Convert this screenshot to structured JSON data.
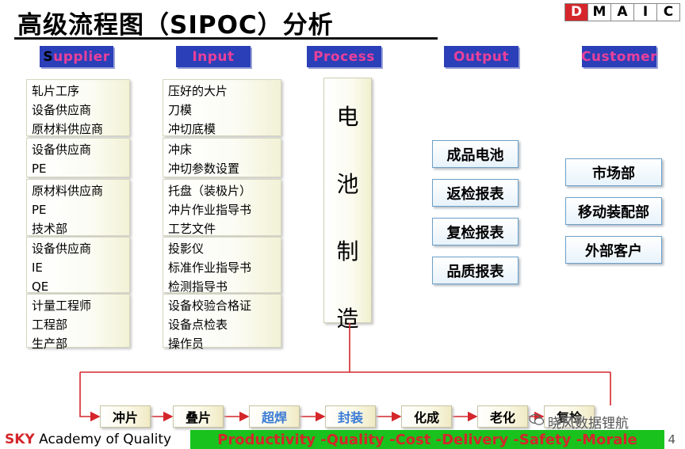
{
  "title": "高级流程图（SIPOC）分析",
  "dmaic": [
    "D",
    "M",
    "A",
    "I",
    "C"
  ],
  "headers": {
    "supplier_first": "S",
    "supplier_rest": "upplier",
    "input": "Input",
    "process": "Process",
    "output": "Output",
    "customer": "Customer"
  },
  "supplier_groups": [
    [
      "轧片工序",
      "设备供应商",
      "原材料供应商"
    ],
    [
      "设备供应商",
      "PE"
    ],
    [
      "原材料供应商",
      "PE",
      "技术部"
    ],
    [
      "设备供应商",
      "IE",
      "QE"
    ],
    [
      "计量工程师",
      "工程部",
      "生产部"
    ]
  ],
  "input_groups": [
    [
      "压好的大片",
      "刀模",
      "冲切底模"
    ],
    [
      "冲床",
      "冲切参数设置"
    ],
    [
      "托盘（装极片）",
      "冲片作业指导书",
      "工艺文件"
    ],
    [
      "投影仪",
      "标准作业指导书",
      "检测指导书"
    ],
    [
      "设备校验合格证",
      "设备点检表",
      "操作员"
    ]
  ],
  "process_chars": [
    "电",
    "池",
    "制",
    "造"
  ],
  "outputs": [
    "成品电池",
    "返检报表",
    "复检报表",
    "品质报表"
  ],
  "customers": [
    "市场部",
    "移动装配部",
    "外部客户"
  ],
  "steps": [
    "冲片",
    "叠片",
    "超焊",
    "封装",
    "化成",
    "老化",
    "复检"
  ],
  "footer": {
    "sky": "SKY",
    "academy": " Academy of Quality",
    "slogan": "Productivity  -Quality  -Cost  -Delivery  -Safety  -Morale",
    "page": "4",
    "watermark": "晓风数据锂航"
  },
  "colors": {
    "header_bg": "#2a3fb8",
    "header_text": "#e8409a",
    "dmaic_active": "#d4262b",
    "slogan_bg": "#19c21d",
    "slogan_text": "#d4262b",
    "flow_line": "#d4262b",
    "step_blue_text": "#3a7bd6"
  }
}
